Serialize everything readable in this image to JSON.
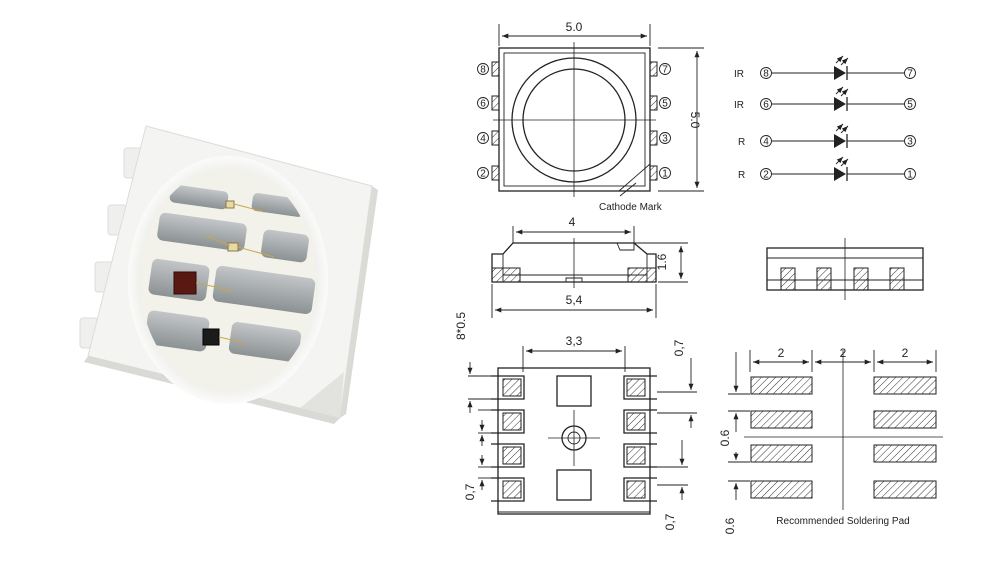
{
  "product_photo": {
    "description_icon": "smd-led-5050-photo"
  },
  "top_view": {
    "width_label": "5.0",
    "height_label": "5.0",
    "cathode_mark_label": "Cathode Mark",
    "pin_numbers": [
      "8",
      "6",
      "4",
      "2",
      "7",
      "5",
      "3",
      "1"
    ]
  },
  "schematic": {
    "rows": [
      {
        "name": "IR",
        "pin_in": "8",
        "pin_out": "7"
      },
      {
        "name": "IR",
        "pin_in": "6",
        "pin_out": "5"
      },
      {
        "name": "R",
        "pin_in": "4",
        "pin_out": "3"
      },
      {
        "name": "R",
        "pin_in": "2",
        "pin_out": "1"
      }
    ]
  },
  "side_view": {
    "top_width_label": "4",
    "height_label": "1.6",
    "bottom_width_label": "5,4"
  },
  "bottom_view": {
    "pitch_label": "8*0.5",
    "center_label": "3,3",
    "pad_top_label": "0,7",
    "pad_bottom_left_label": "0,7",
    "pad_bottom_right_label": "0,7"
  },
  "solder_pad": {
    "title": "Recommended Soldering Pad",
    "col_labels": [
      "2",
      "2",
      "2"
    ],
    "gap_label": "0.6",
    "bottom_label": "0.6"
  },
  "colors": {
    "line": "#222222",
    "package_white": "#f2f2f0",
    "lead_frame": "#a9adb0",
    "ir_chip": "#5a1812"
  }
}
